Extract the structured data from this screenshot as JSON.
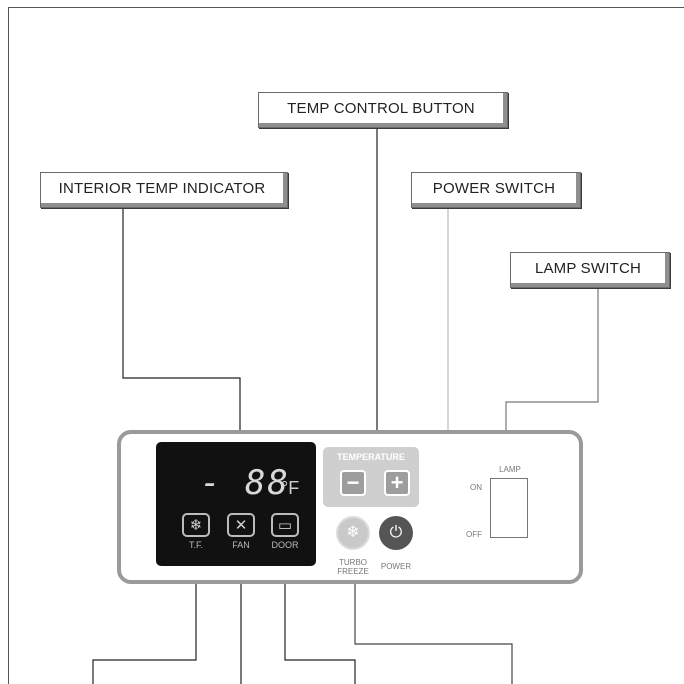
{
  "callouts": {
    "temp_control": "TEMP CONTROL BUTTON",
    "interior_temp": "INTERIOR TEMP INDICATOR",
    "power_switch": "POWER SWITCH",
    "lamp_switch": "LAMP SWITCH"
  },
  "panel": {
    "display_digits": "- 88",
    "display_unit": "°F",
    "indicators": [
      {
        "label": "T.F.",
        "icon": "snowflake-icon"
      },
      {
        "label": "FAN",
        "icon": "fan-icon"
      },
      {
        "label": "DOOR",
        "icon": "door-icon"
      }
    ],
    "temperature_label": "TEMPERATURE",
    "minus_label": "−",
    "plus_label": "+",
    "turbo_label_1": "TURBO",
    "turbo_label_2": "FREEZE",
    "power_label": "POWER",
    "lamp_label": "LAMP",
    "lamp_on": "ON",
    "lamp_off": "OFF"
  },
  "colors": {
    "panel_border": "#9a9a9a",
    "display_bg": "#111111",
    "button_grey": "#9d9d9d",
    "power_button": "#555555",
    "turbo_button": "#c9c9c9"
  }
}
